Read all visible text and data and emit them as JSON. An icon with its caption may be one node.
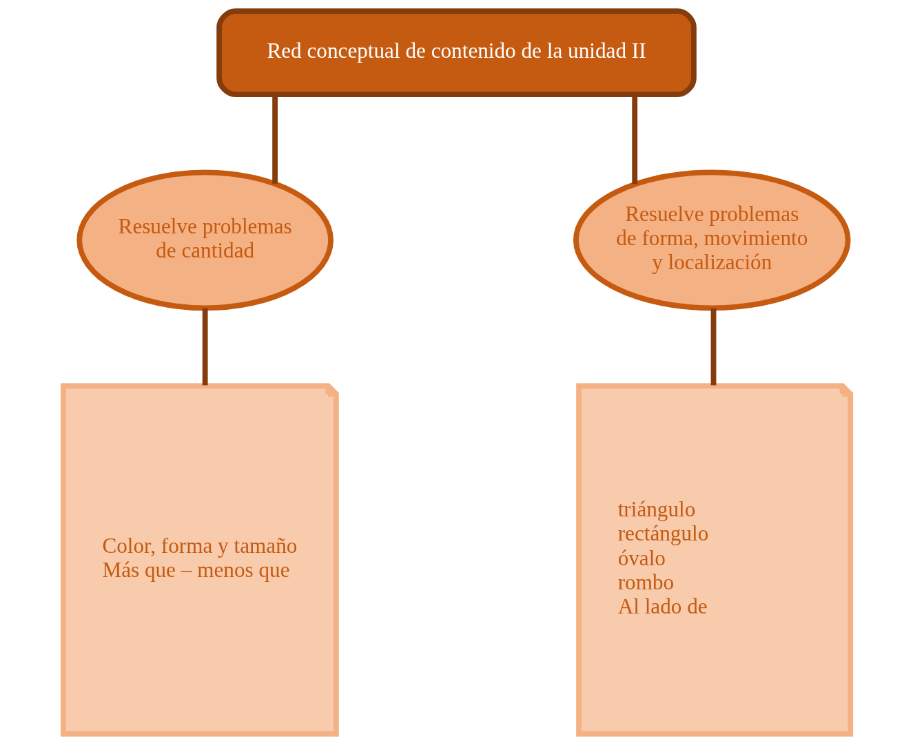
{
  "diagram": {
    "nodes": [
      {
        "text": [
          "Red conceptual de contenido de la unidad II"
        ]
      },
      {
        "text": [
          "Resuelve problemas de cantidad"
        ]
      },
      {
        "text": [
          "Resuelve problemas de forma, movimiento y localización"
        ]
      },
      {
        "text": [
          "Color, forma y tamaño",
          "Más que – menos que"
        ]
      },
      {
        "text": [
          "triángulo",
          "rectángulo",
          "óvalo",
          "rombo",
          "Al lado de"
        ]
      }
    ],
    "edges": [
      {
        "from": 0,
        "to": 1,
        "arrow": "none"
      },
      {
        "from": 0,
        "to": 2,
        "arrow": "none"
      },
      {
        "from": 1,
        "to": 3,
        "arrow": "none"
      },
      {
        "from": 2,
        "to": 4,
        "arrow": "none"
      }
    ]
  }
}
